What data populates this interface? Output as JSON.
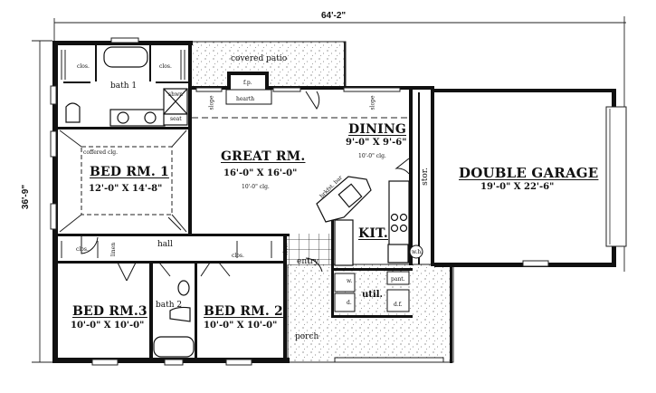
{
  "plan": {
    "overall_width": "64'-2\"",
    "overall_depth": "36'-9\""
  },
  "rooms": {
    "great_room": {
      "name": "GREAT RM.",
      "dims": "16'-0\" X 16'-0\"",
      "ceiling": "10'-0\" clg."
    },
    "dining": {
      "name": "DINING",
      "dims": "9'-0\" X 9'-6\"",
      "ceiling": "10'-0\" clg."
    },
    "kitchen": {
      "name": "KIT."
    },
    "garage": {
      "name": "DOUBLE GARAGE",
      "dims": "19'-0\" X 22'-6\""
    },
    "bed1": {
      "name": "BED RM. 1",
      "dims": "12'-0\" X 14'-8\"",
      "ceiling": "coffered clg."
    },
    "bed2": {
      "name": "BED RM. 2",
      "dims": "10'-0\" X 10'-0\""
    },
    "bed3": {
      "name": "BED RM.3",
      "dims": "10'-0\" X 10'-0\""
    },
    "bath1": {
      "name": "bath 1"
    },
    "bath2": {
      "name": "bath 2"
    },
    "hall": {
      "name": "hall"
    },
    "entry": {
      "name": "entry"
    },
    "util": {
      "name": "util."
    },
    "porch": {
      "name": "porch"
    },
    "covered_patio": {
      "name": "covered patio"
    }
  },
  "fixtures": {
    "fireplace": "f.p.",
    "hearth": "hearth",
    "shower": "shwr.",
    "seat": "seat",
    "closet": "clos.",
    "linen": "linen",
    "slope": "slope",
    "storage": "stor.",
    "water_heater": "w.h.",
    "washer": "w.",
    "dryer": "d.",
    "pantry": "pant.",
    "deep_freeze": "d.f.",
    "brkfst_bar": "brkfst. bar"
  }
}
